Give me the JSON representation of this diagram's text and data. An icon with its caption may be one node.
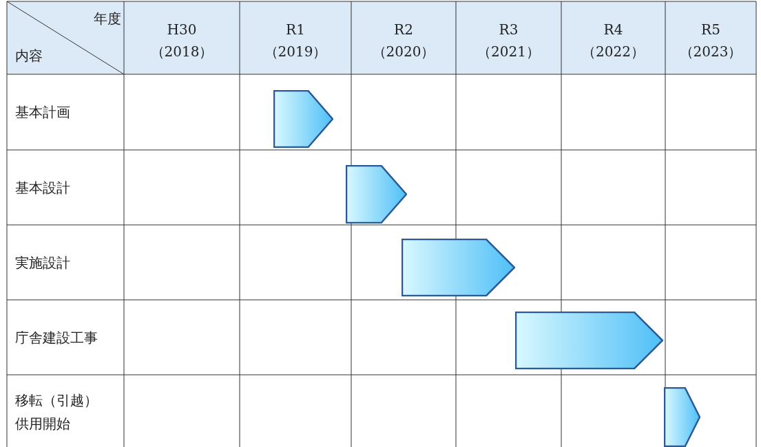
{
  "diagram": {
    "nodes": [
      {
        "text": [],
        "shape": "arrow"
      },
      {
        "text": [],
        "shape": "arrow"
      },
      {
        "text": [],
        "shape": "arrow"
      },
      {
        "text": [],
        "shape": "arrow"
      },
      {
        "text": [],
        "shape": "arrow"
      }
    ],
    "labels": [
      "年度",
      "内容",
      "H30",
      "（2018）",
      "R1",
      "（2019）",
      "R2",
      "（2020）",
      "R3",
      "（2021）",
      "R4",
      "（2022）",
      "R5",
      "（2023）",
      "基本計画",
      "基本設計",
      "実施設計",
      "庁舎建設工事",
      "移転（引越）供用開始"
    ]
  }
}
